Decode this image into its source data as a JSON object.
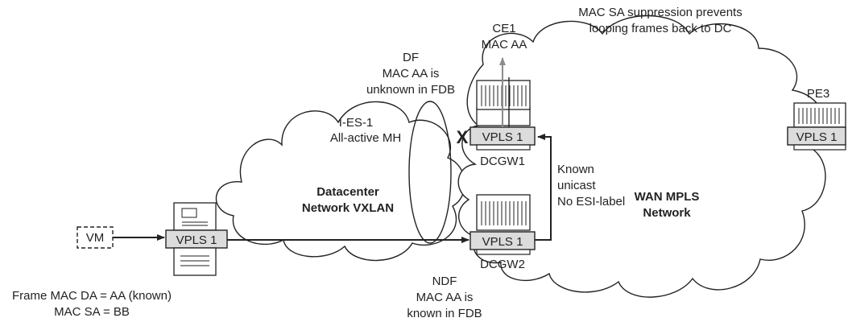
{
  "annotations": {
    "sa_suppression_line1": "MAC SA suppression prevents",
    "sa_suppression_line2": "looping frames back to DC",
    "ce1_line1": "CE1",
    "ce1_line2": "MAC AA",
    "df_line1": "DF",
    "df_line2": "MAC AA is",
    "df_line3": "unknown in FDB",
    "ndf_line1": "NDF",
    "ndf_line2": "MAC AA is",
    "ndf_line3": "known in FDB",
    "es_line1": "I-ES-1",
    "es_line2": "All-active MH",
    "known_line1": "Known",
    "known_line2": "unicast",
    "known_line3": "No ESI-label",
    "block_mark": "X",
    "frame_line1": "Frame MAC DA = AA (known)",
    "frame_line2": "MAC SA = BB"
  },
  "clouds": {
    "dc_line1": "Datacenter",
    "dc_line2": "Network VXLAN",
    "wan_line1": "WAN MPLS",
    "wan_line2": "Network"
  },
  "nodes": {
    "vm": "VM",
    "server_vpls": "VPLS 1",
    "dcgw1_vpls": "VPLS 1",
    "dcgw1_name": "DCGW1",
    "dcgw2_vpls": "VPLS 1",
    "dcgw2_name": "DCGW2",
    "pe3_vpls": "VPLS 1",
    "pe3_name": "PE3"
  },
  "colors": {
    "box_fill": "#dcdcdc",
    "device_fill": "#ffffff",
    "cloud_fill": "#ffffff",
    "stroke": "#222222",
    "ce_arrow": "#8c8c8c"
  }
}
